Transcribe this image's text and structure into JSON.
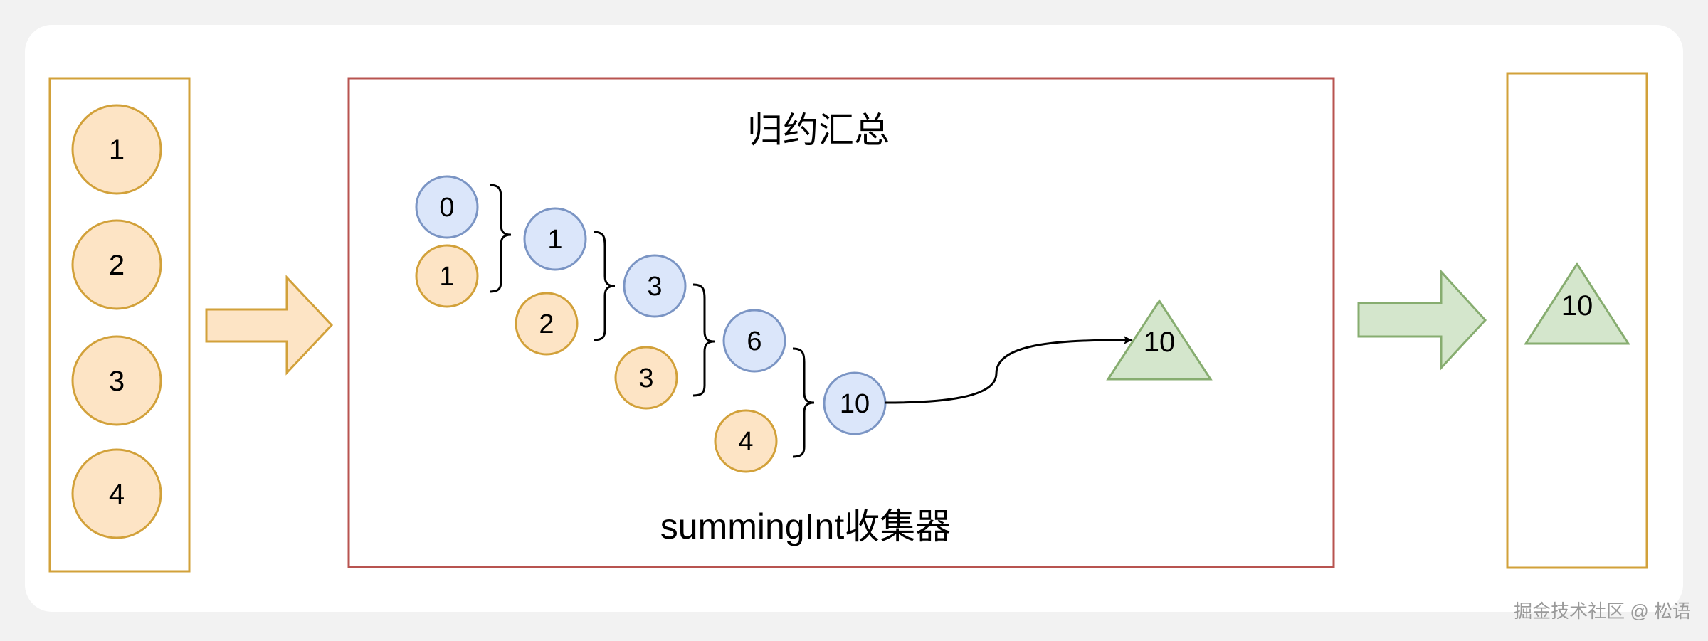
{
  "colors": {
    "page_background": "#f2f2f2",
    "panel_background": "#ffffff",
    "orange_fill": "#fde4c5",
    "orange_stroke": "#d2a13a",
    "blue_fill": "#dbe6fa",
    "blue_stroke": "#7b95c4",
    "green_fill": "#d4e6cc",
    "green_stroke": "#87ad70",
    "red_frame": "#b85450",
    "ink": "#000000",
    "watermark": "#9a9a9a"
  },
  "input_stream": {
    "items": [
      "1",
      "2",
      "3",
      "4"
    ]
  },
  "collector": {
    "title": "归约汇总",
    "subtitle": "summingInt收集器",
    "accumulators": [
      "0",
      "1",
      "3",
      "6",
      "10"
    ],
    "elements": [
      "1",
      "2",
      "3",
      "4"
    ],
    "result": "10"
  },
  "output": {
    "result": "10"
  },
  "watermark": "掘金技术社区 @ 松语"
}
